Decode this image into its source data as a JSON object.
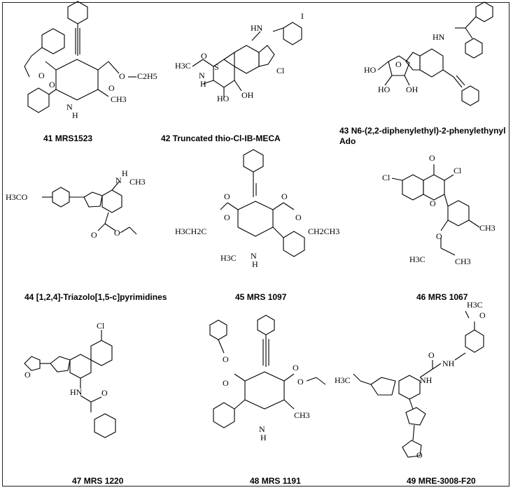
{
  "compounds": [
    {
      "number": "41",
      "name": "MRS1523",
      "atoms": {
        "o1": "O",
        "o2": "O",
        "o3": "O",
        "o4": "O",
        "nh": "N",
        "h": "H",
        "ch3": "CH3",
        "et": "C2H5"
      }
    },
    {
      "number": "42",
      "name": "Truncated thio-Cl-IB-MECA",
      "atoms": {
        "h3c": "H3C",
        "n": "N",
        "h": "H",
        "o": "O",
        "s": "S",
        "ho1": "HO",
        "oh": "OH",
        "nh": "HN",
        "i": "I",
        "cl": "Cl"
      }
    },
    {
      "number": "43",
      "name": "N6-(2,2-diphenylethyl)-2-phenylethynyl",
      "name2": "Ado",
      "atoms": {
        "ho": "HO",
        "o": "O",
        "ho2": "HO",
        "oh": "OH",
        "hn": "HN"
      }
    },
    {
      "number": "44",
      "name": "[1,2,4]-Triazolo[1,5-c]pyrimidines",
      "atoms": {
        "meo": "H3CO",
        "nh": "N",
        "h": "H",
        "ch3": "CH3",
        "o1": "O",
        "o2": "O"
      }
    },
    {
      "number": "45",
      "name": "MRS 1097",
      "atoms": {
        "et1": "H3CH2C",
        "et2": "CH2CH3",
        "o1": "O",
        "o2": "O",
        "o3": "O",
        "o4": "O",
        "h3c": "H3C",
        "n": "N",
        "h": "H"
      }
    },
    {
      "number": "46",
      "name": "MRS 1067",
      "atoms": {
        "cl1": "Cl",
        "cl2": "Cl",
        "o1": "O",
        "o2": "O",
        "o3": "O",
        "ch3": "CH3",
        "h3c": "H3C",
        "ch3b": "CH3"
      }
    },
    {
      "number": "47",
      "name": "MRS 1220",
      "atoms": {
        "cl": "Cl",
        "o": "O",
        "hn": "HN",
        "o2": "O"
      }
    },
    {
      "number": "48",
      "name": "MRS 1191",
      "atoms": {
        "o1": "O",
        "o2": "O",
        "o3": "O",
        "o4": "O",
        "n": "N",
        "h": "H",
        "ch3": "CH3"
      }
    },
    {
      "number": "49",
      "name": "MRE-3008-F20",
      "atoms": {
        "h3c": "H3C",
        "o": "O",
        "o2": "O",
        "nh": "NH",
        "nh2": "NH",
        "o3": "O"
      }
    }
  ]
}
